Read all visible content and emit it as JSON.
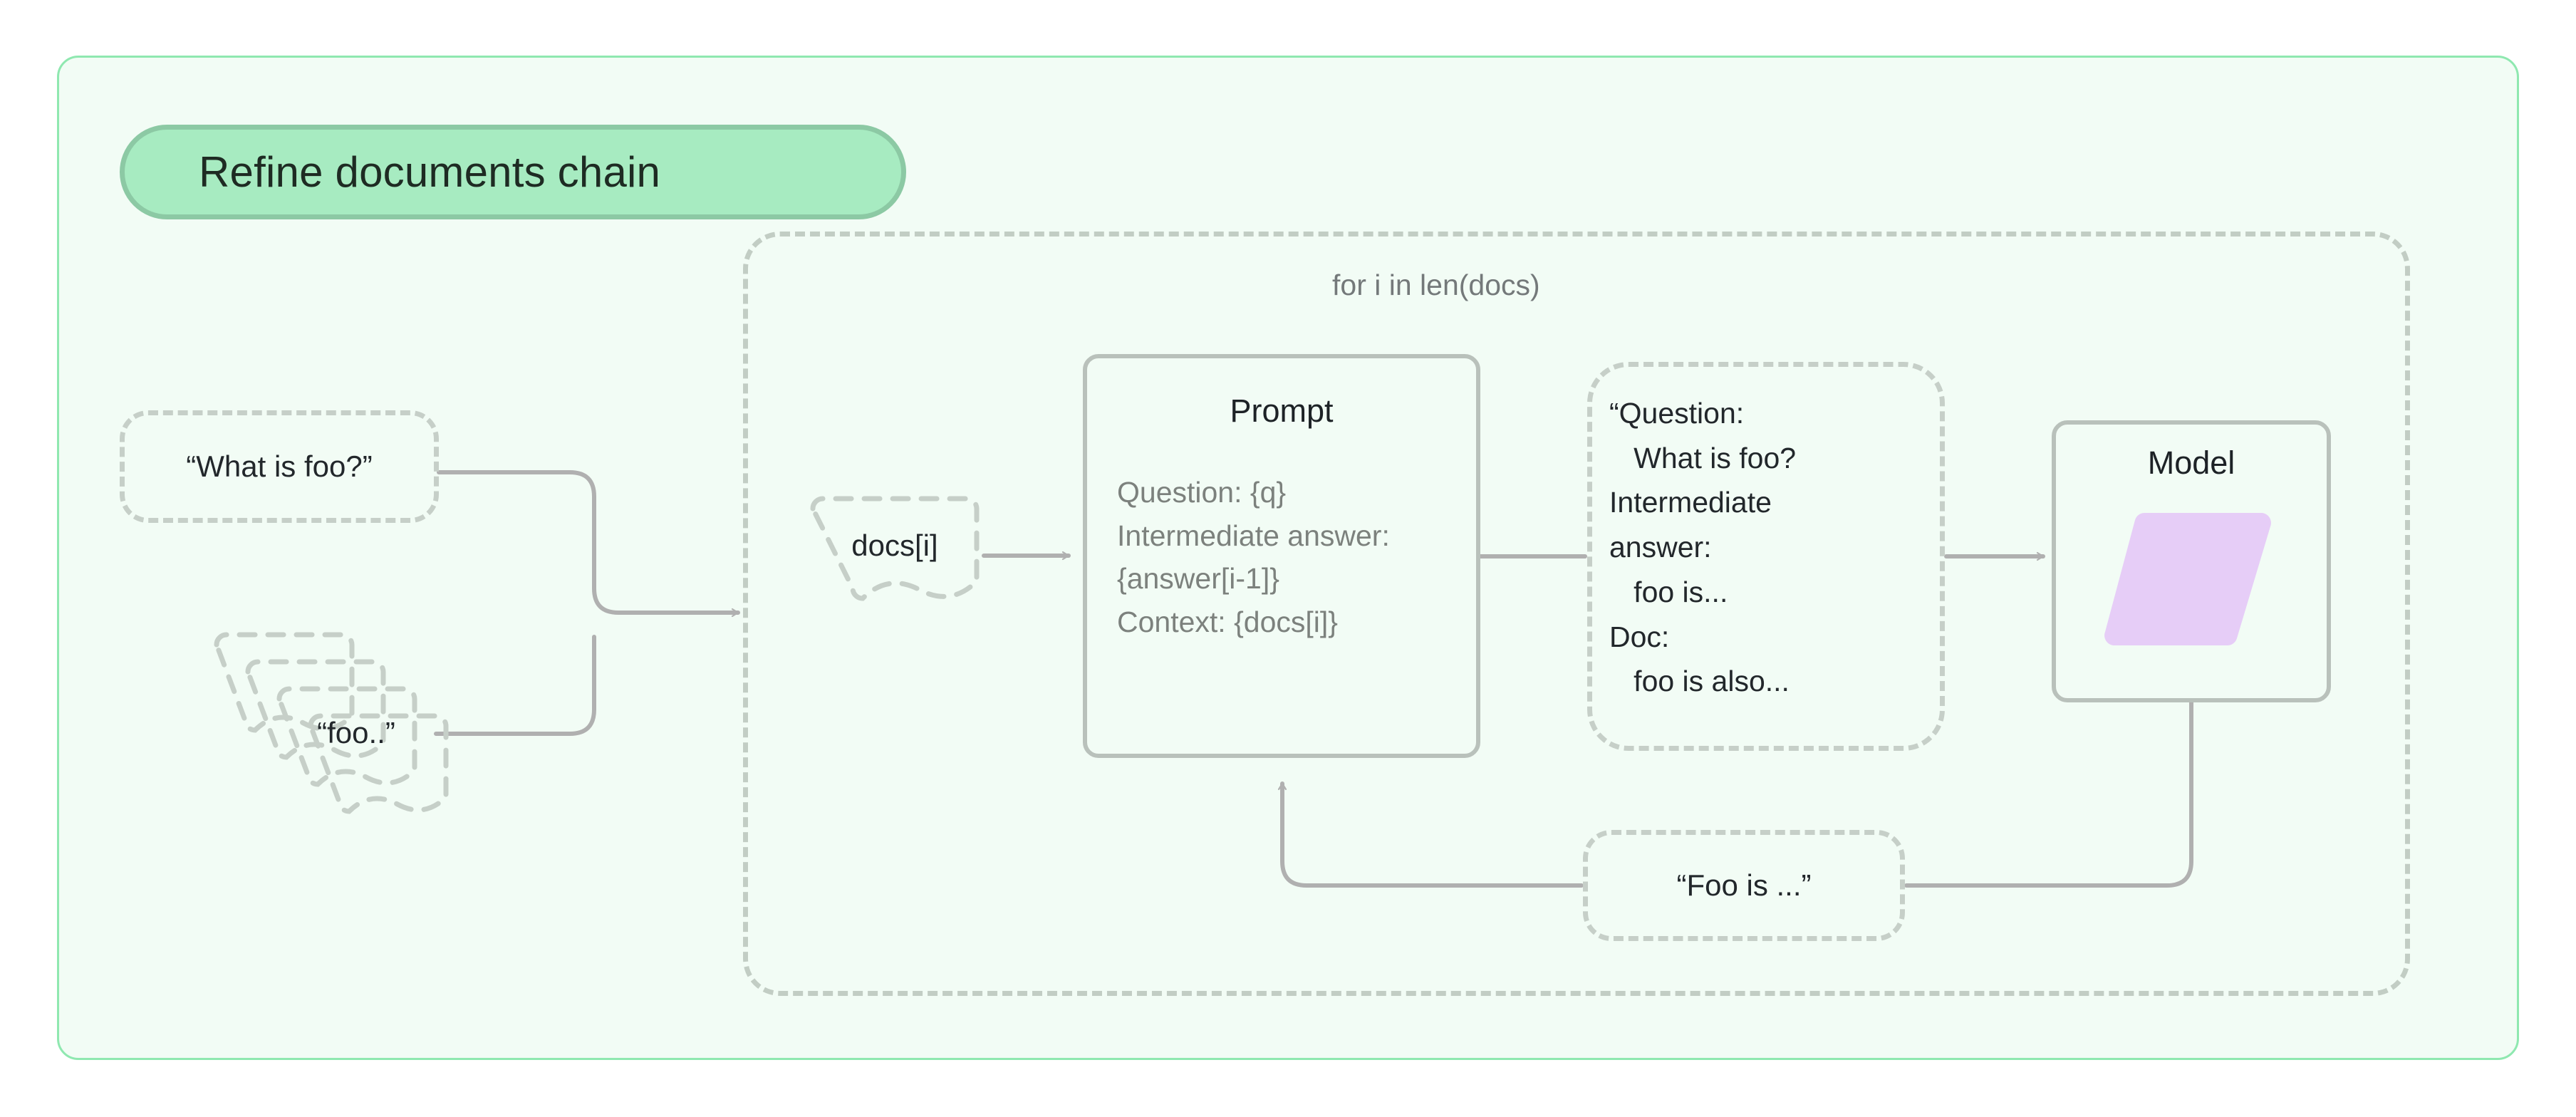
{
  "diagram": {
    "title": "Refine documents chain",
    "loop_label": "for i in len(docs)",
    "colors": {
      "frame_bg": "#f2fcf5",
      "frame_border": "#8fe8b0",
      "title_bg": "#a7ebc1",
      "title_border": "#8cc9a4",
      "dashed_border": "#c6cfc8",
      "solid_border": "#b9c1bb",
      "wire": "#b0b0b0",
      "text_dark": "#22272b",
      "text_gray": "#7c817d",
      "model_shape": "#e6cdf7"
    }
  },
  "nodes": {
    "question": {
      "label": "“What is foo?”"
    },
    "docs_stack": {
      "label": "“foo..”"
    },
    "docs_index": {
      "label": "docs[i]"
    },
    "prompt": {
      "title": "Prompt",
      "lines": [
        "Question: {q}",
        "Intermediate answer:",
        "{answer[i-1]}",
        "Context: {docs[i]}"
      ]
    },
    "filled_prompt": {
      "lines": [
        "“Question:",
        "   What is foo?",
        "Intermediate",
        "answer:",
        "   foo is...",
        "Doc:",
        "   foo is also..."
      ]
    },
    "model": {
      "title": "Model",
      "shape": "parallelogram"
    },
    "answer_out": {
      "label": "“Foo is ...”"
    }
  },
  "edges": [
    {
      "from": "question",
      "to": "loop-entry",
      "arrow": true
    },
    {
      "from": "docs_stack",
      "to": "loop-entry",
      "arrow": true
    },
    {
      "from": "docs_index",
      "to": "prompt",
      "arrow": true
    },
    {
      "from": "prompt",
      "to": "filled_prompt",
      "arrow": false
    },
    {
      "from": "filled_prompt",
      "to": "model",
      "arrow": true
    },
    {
      "from": "model",
      "to": "answer_out",
      "arrow": false
    },
    {
      "from": "answer_out",
      "to": "prompt",
      "arrow": true
    }
  ]
}
